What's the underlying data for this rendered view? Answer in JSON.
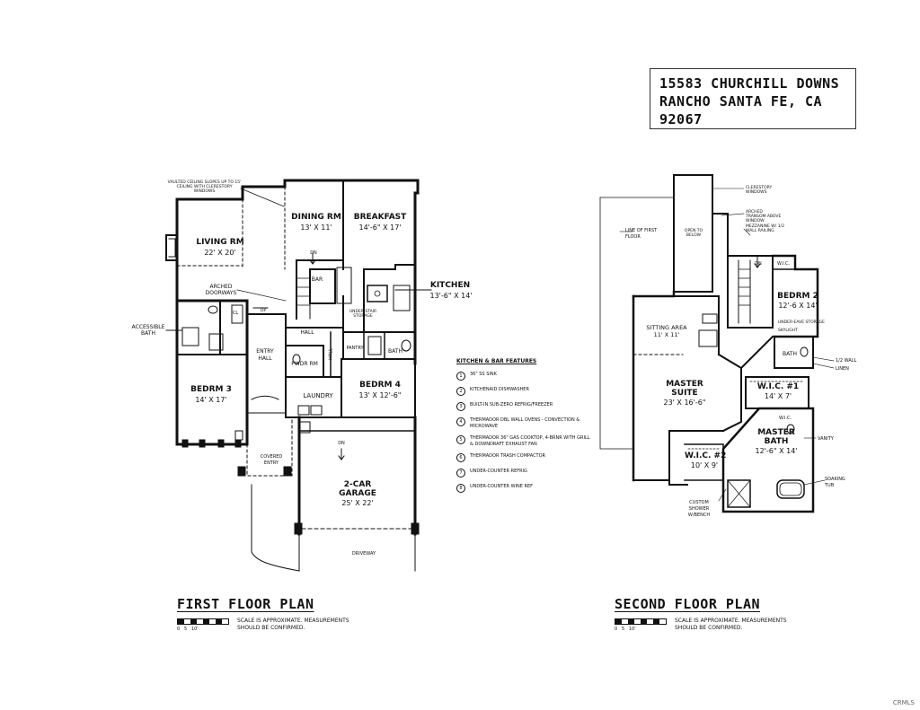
{
  "address": {
    "line1": "15583 CHURCHILL DOWNS",
    "line2": "RANCHO SANTA FE, CA",
    "line3": "92067"
  },
  "first_floor": {
    "title": "FIRST FLOOR PLAN",
    "scale_note_1": "SCALE IS APPROXIMATE. MEASUREMENTS",
    "scale_note_2": "SHOULD BE CONFIRMED.",
    "scale_ticks": "0   5   10'",
    "rooms": {
      "living": "LIVING RM",
      "living_dim": "22' X 20'",
      "dining": "DINING RM",
      "dining_dim": "13' X 11'",
      "breakfast": "BREAKFAST",
      "breakfast_dim": "14'-6\" X 17'",
      "kitchen": "KITCHEN",
      "kitchen_dim": "13'-6\" X 14'",
      "bar": "BAR",
      "bedrm3": "BEDRM 3",
      "bedrm3_dim": "14' X 17'",
      "bedrm4": "BEDRM 4",
      "bedrm4_dim": "13' X 12'-6\"",
      "entry": "ENTRY",
      "entry2": "HALL",
      "hall": "HALL",
      "hall2": "HALL",
      "pwdr": "PWDR RM",
      "laundry": "LAUNDRY",
      "pantry": "PANTRY",
      "bath": "BATH",
      "garage": "2-CAR",
      "garage2": "GARAGE",
      "garage_dim": "25' X 22'",
      "covered_entry": "COVERED",
      "covered_entry2": "ENTRY",
      "driveway": "DRIVEWAY",
      "accessible_bath": "ACCESSIBLE",
      "accessible_bath2": "BATH",
      "arched_doorways": "ARCHED",
      "arched_doorways2": "DOORWAYS",
      "vaulted_note": "VAULTED CEILING SLOPES UP TO 15' CEILING WITH CLERESTORY WINDOWS",
      "understair": "UNDER-STAIR STORAGE",
      "dn": "DN",
      "up": "UP",
      "cl": "CL",
      "garage_dn": "DN"
    }
  },
  "features": {
    "title": "KITCHEN & BAR FEATURES",
    "items": [
      {
        "n": "1",
        "text": "36\" SS SINK"
      },
      {
        "n": "2",
        "text": "KITCHENAID DISHWASHER"
      },
      {
        "n": "3",
        "text": "BUILT-IN SUB-ZERO REFRIG/FREEZER"
      },
      {
        "n": "4",
        "text": "THERMADOR DBL WALL OVENS - CONVECTION & MICROWAVE"
      },
      {
        "n": "5",
        "text": "THERMADOR 36\" GAS COOKTOP, 4-BRNR WITH GRILL & DOWNDRAFT EXHAUST FAN"
      },
      {
        "n": "6",
        "text": "THERMADOR TRASH COMPACTOR"
      },
      {
        "n": "7",
        "text": "UNDER-COUNTER REFRIG"
      },
      {
        "n": "8",
        "text": "UNDER-COUNTER WINE REF"
      }
    ]
  },
  "second_floor": {
    "title": "SECOND FLOOR PLAN",
    "scale_note_1": "SCALE IS APPROXIMATE. MEASUREMENTS",
    "scale_note_2": "SHOULD BE CONFIRMED.",
    "scale_ticks": "0   5   10'",
    "rooms": {
      "sitting": "SITTING AREA",
      "sitting_dim": "11' X 11'",
      "master": "MASTER",
      "master2": "SUITE",
      "master_dim": "23' X 16'-6\"",
      "bedrm2": "BEDRM 2",
      "bedrm2_dim": "12'-6 X 14'",
      "wic1": "W.I.C. #1",
      "wic1_dim": "14' X 7'",
      "wic2": "W.I.C. #2",
      "wic2_dim": "10' X 9'",
      "master_bath": "MASTER",
      "master_bath2": "BATH",
      "master_bath_dim": "12'-6\" X 14'",
      "bath": "BATH",
      "wic": "W.I.C.",
      "wic_small": "W.I.C.",
      "open_below": "OPEN TO BELOW",
      "line_first_floor": "LINE OF FIRST",
      "line_first_floor2": "FLOOR",
      "clerestory": "CLERESTORY WINDOWS",
      "arched_transom": "ARCHED TRANSOM ABOVE WINDOW",
      "mezzanine": "MEZZANINE W/ 1/2 WALL RAILING",
      "undereave": "UNDER-EAVE STORAGE",
      "skylight": "SKYLIGHT",
      "half_wall": "1/2 WALL",
      "linen": "LINEN",
      "vanity": "VANITY",
      "soaking": "SOAKING",
      "soaking2": "TUB",
      "shower": "CUSTOM",
      "shower2": "SHOWER",
      "shower3": "W/BENCH",
      "dn": "DN"
    }
  },
  "watermark": "CRMLS"
}
